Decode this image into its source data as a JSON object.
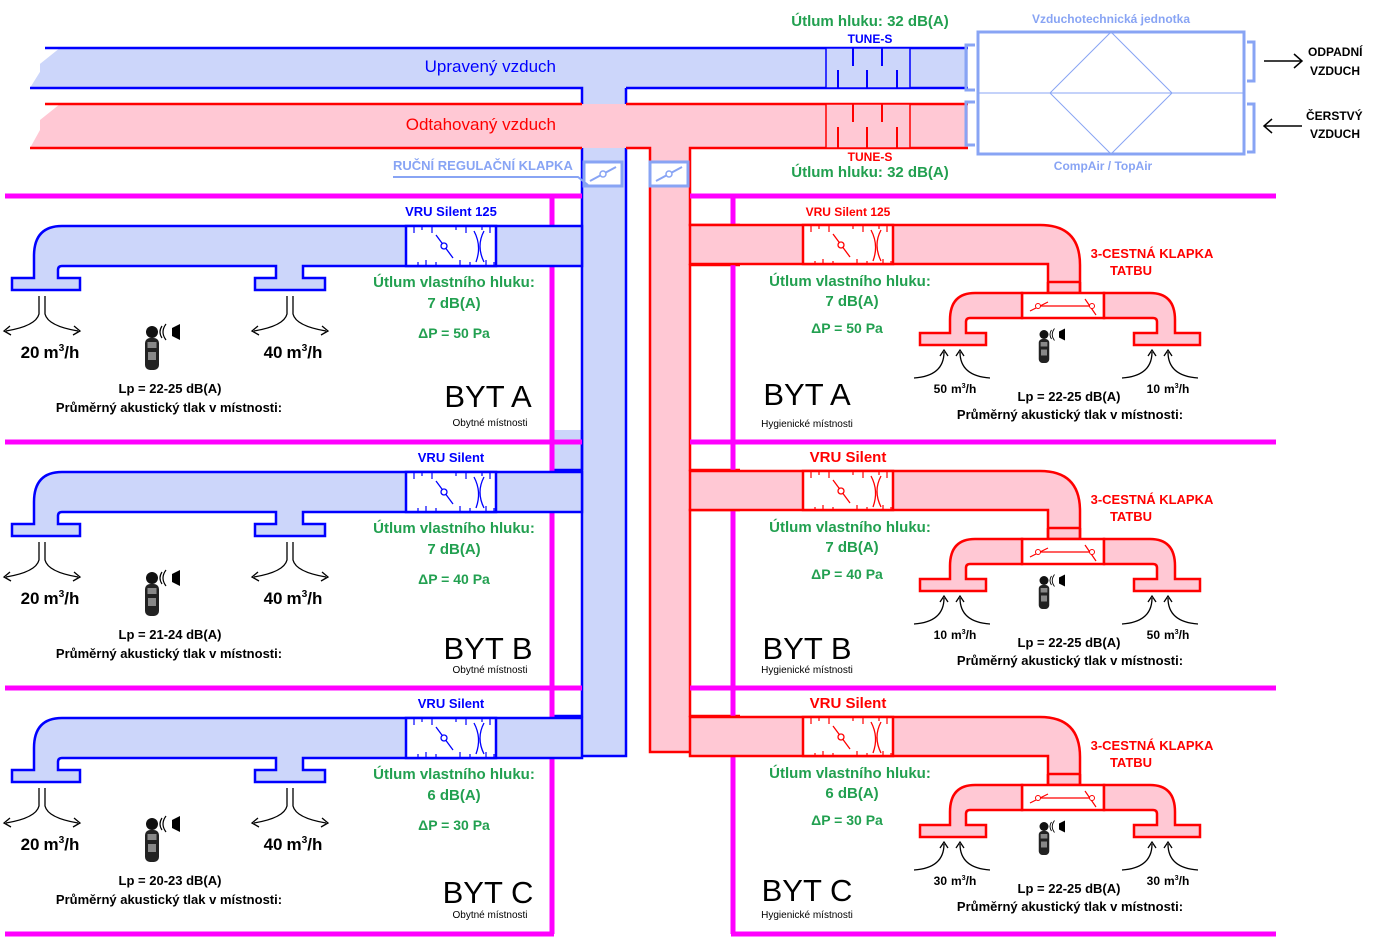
{
  "colors": {
    "supply_fill": "#ccd6fa",
    "supply_stroke": "#0000ff",
    "extract_fill": "#ffc8d4",
    "extract_stroke": "#ff0000",
    "unit_stroke": "#88a4f4",
    "wall": "#ff00ff",
    "green_text": "#22a050",
    "black": "#000000"
  },
  "header": {
    "supply_duct_label": "Upravený vzduch",
    "extract_duct_label": "Odtahovaný vzduch",
    "manual_damper_label": "RUČNÍ REGULAČNÍ KLAPKA",
    "unit_title": "Vzduchotechnická jednotka",
    "unit_model": "CompAir / TopAir",
    "silencer_supply": {
      "name": "TUNE-S",
      "attenuation": "Útlum hluku: 32 dB(A)"
    },
    "silencer_extract": {
      "name": "TUNE-S",
      "attenuation": "Útlum hluku: 32 dB(A)"
    },
    "exhaust_air": [
      "ODPADNÍ",
      "VZDUCH"
    ],
    "fresh_air": [
      "ČERSTVÝ",
      "VZDUCH"
    ]
  },
  "common": {
    "attenuation_label": "Útlum vlastního hluku:",
    "avg_pressure_label": "Průměrný akustický tlak v místnosti:",
    "three_way_damper": [
      "3-CESTNÁ KLAPKA",
      "TATBU"
    ],
    "flow_unit": "m",
    "flow_exp": "3",
    "flow_suffix": "/h"
  },
  "apartments": [
    {
      "name": "BYT A",
      "living": {
        "subtitle": "Obytné místnosti",
        "vru": "VRU Silent 125",
        "attenuation": "7 dB(A)",
        "dp": "ΔP = 50 Pa",
        "lp": "Lp = 22-25 dB(A)",
        "flows": [
          "20",
          "40"
        ]
      },
      "hygienic": {
        "subtitle": "Hygienické místnosti",
        "vru": "VRU Silent 125",
        "attenuation": "7 dB(A)",
        "dp": "ΔP = 50 Pa",
        "lp": "Lp = 22-25 dB(A)",
        "flows": [
          "50",
          "10"
        ]
      }
    },
    {
      "name": "BYT B",
      "living": {
        "subtitle": "Obytné místnosti",
        "vru": "VRU Silent",
        "attenuation": "7 dB(A)",
        "dp": "ΔP = 40 Pa",
        "lp": "Lp = 21-24 dB(A)",
        "flows": [
          "20",
          "40"
        ]
      },
      "hygienic": {
        "subtitle": "Hygienické místnosti",
        "vru": "VRU Silent",
        "attenuation": "7 dB(A)",
        "dp": "ΔP = 40 Pa",
        "lp": "Lp = 22-25 dB(A)",
        "flows": [
          "10",
          "50"
        ]
      }
    },
    {
      "name": "BYT C",
      "living": {
        "subtitle": "Obytné místnosti",
        "vru": "VRU Silent",
        "attenuation": "6 dB(A)",
        "dp": "ΔP = 30 Pa",
        "lp": "Lp = 20-23 dB(A)",
        "flows": [
          "20",
          "40"
        ]
      },
      "hygienic": {
        "subtitle": "Hygienické místnosti",
        "vru": "VRU Silent",
        "attenuation": "6 dB(A)",
        "dp": "ΔP = 30 Pa",
        "lp": "Lp = 22-25 dB(A)",
        "flows": [
          "30",
          "30"
        ]
      }
    }
  ]
}
